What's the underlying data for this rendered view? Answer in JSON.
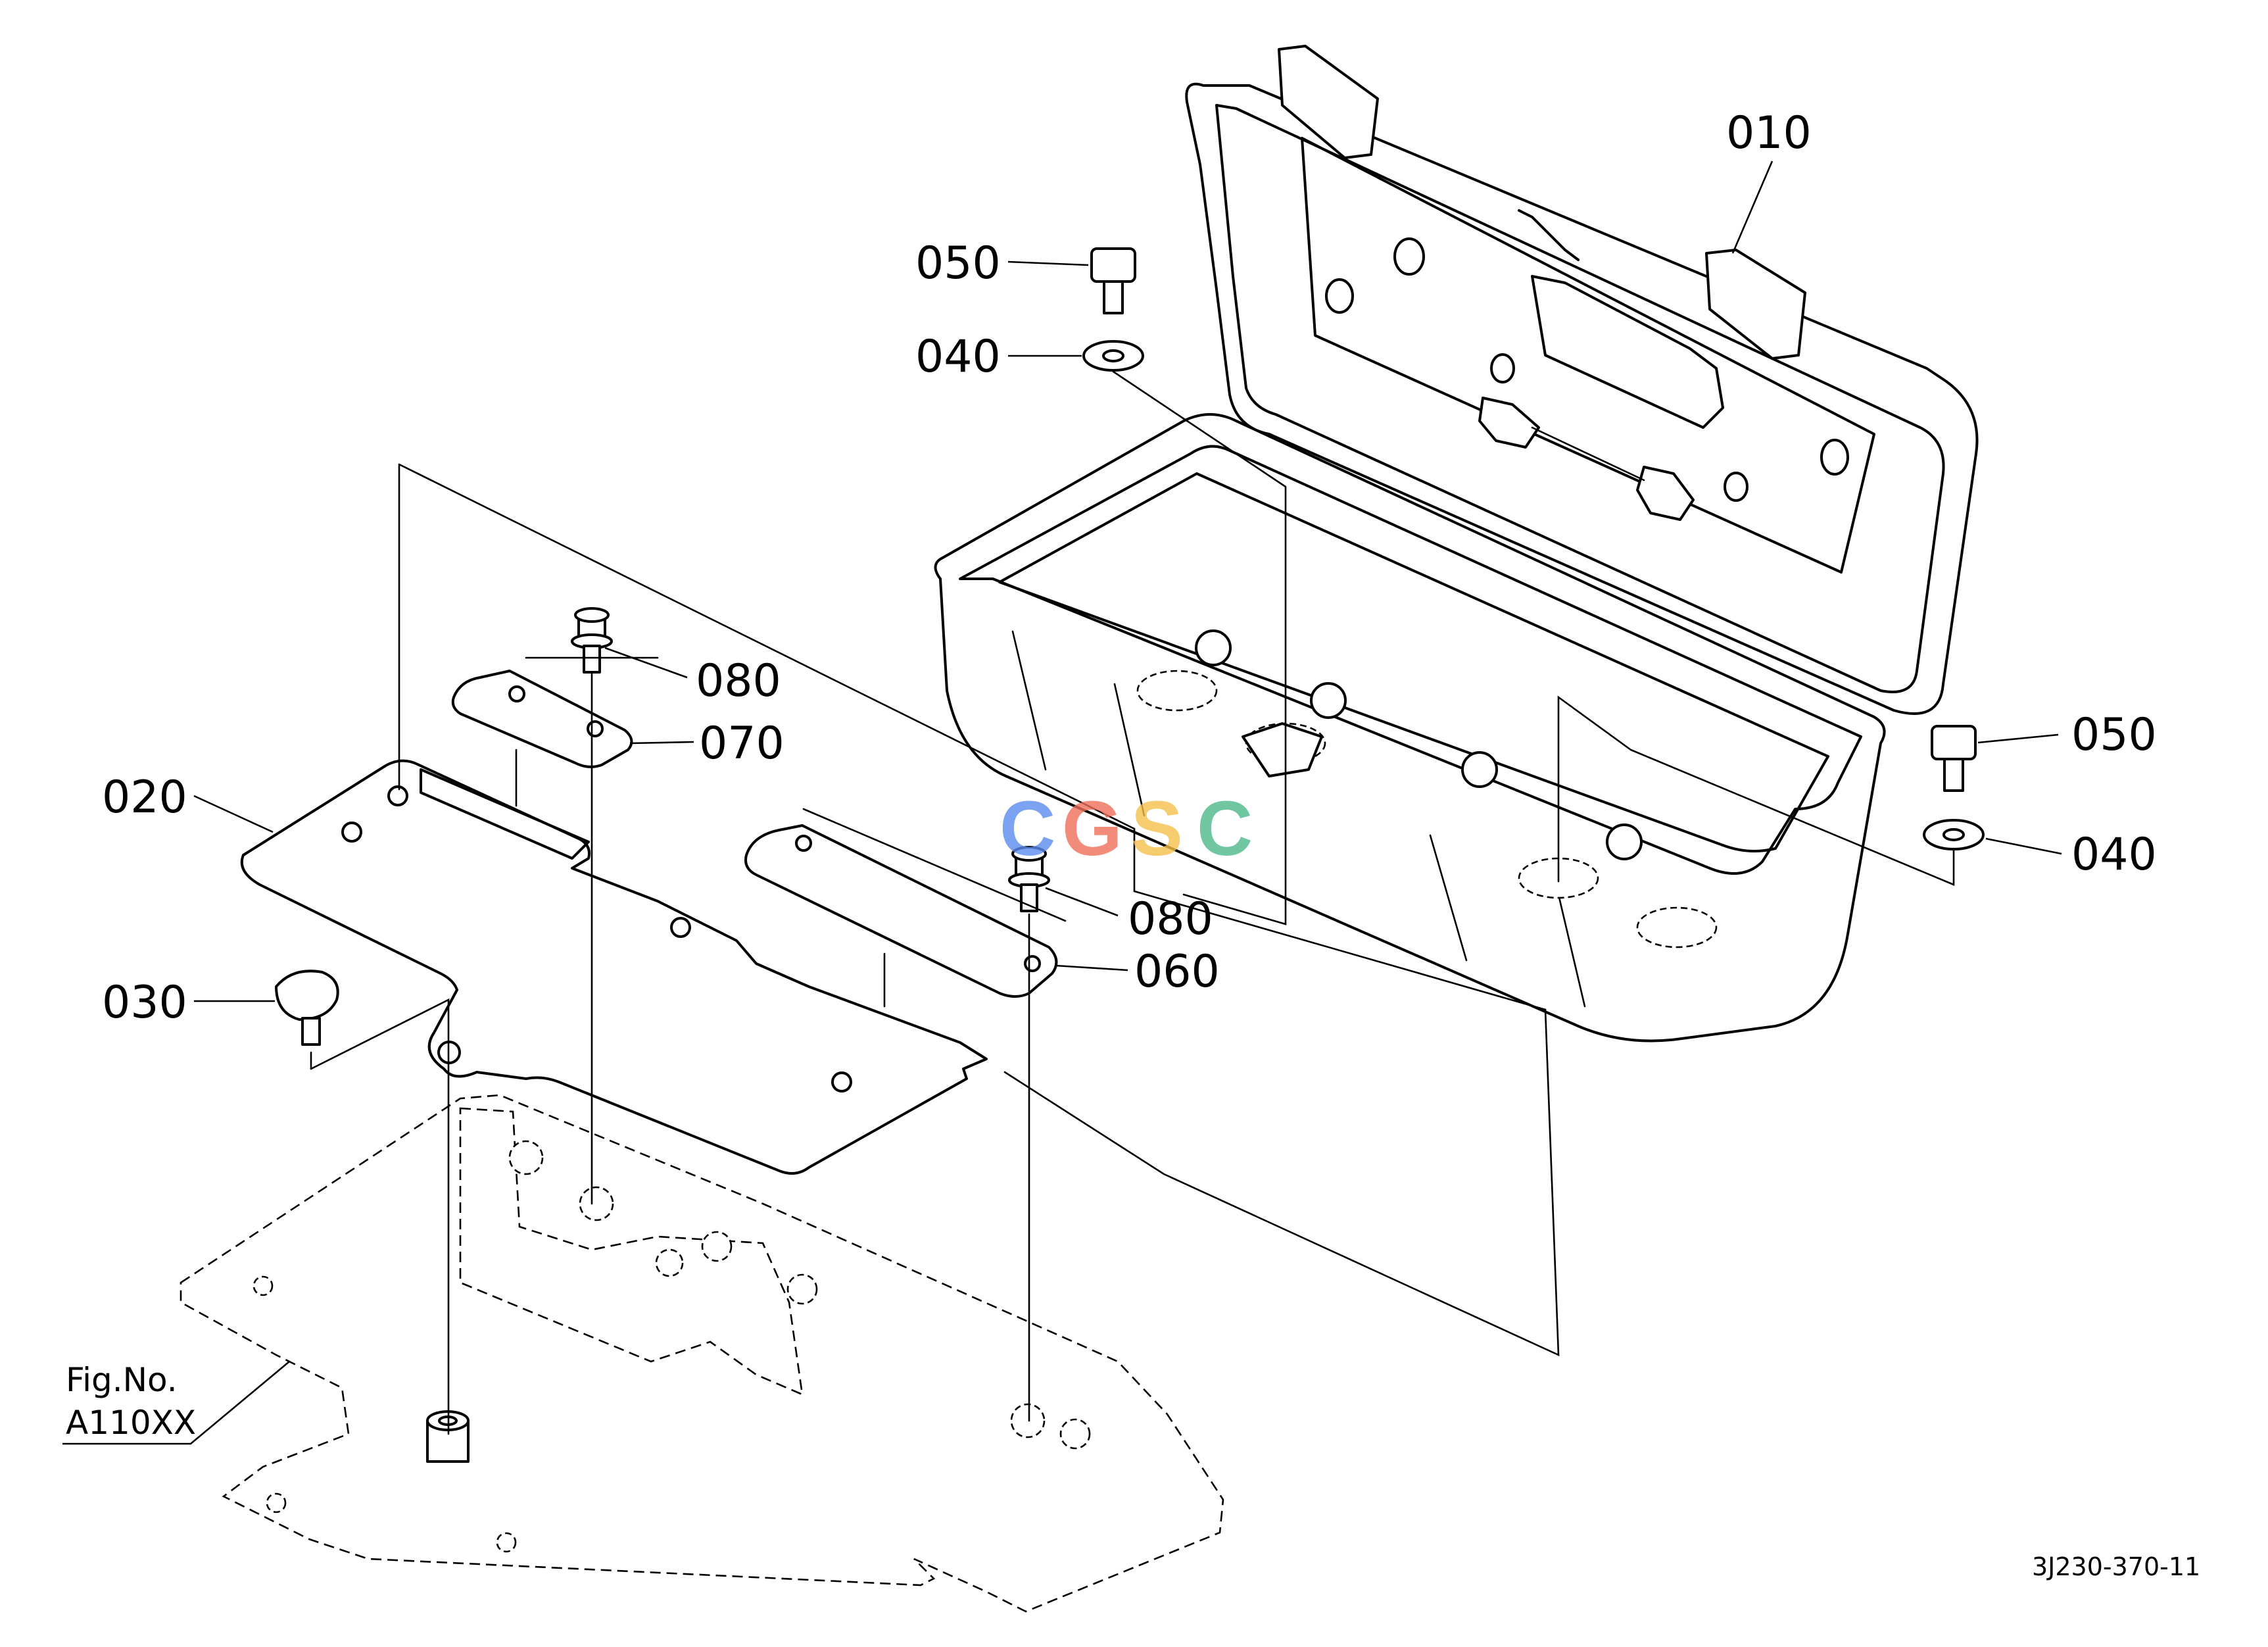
{
  "callouts": {
    "c010": "010",
    "c020": "020",
    "c030": "030",
    "c040_left": "040",
    "c040_right": "040",
    "c050_left": "050",
    "c050_right": "050",
    "c060": "060",
    "c070": "070",
    "c080_upper": "080",
    "c080_lower": "080"
  },
  "figure_reference": {
    "line1": "Fig.No.",
    "line2": "A110XX"
  },
  "drawing_code": "3J230-370-11",
  "watermark": {
    "letters": [
      "C",
      "G",
      "S",
      "C"
    ],
    "colors": [
      "#5b8def",
      "#ef6f5a",
      "#f5c04a",
      "#4cb88a"
    ]
  },
  "colors": {
    "line": "#000000",
    "background": "#ffffff"
  }
}
